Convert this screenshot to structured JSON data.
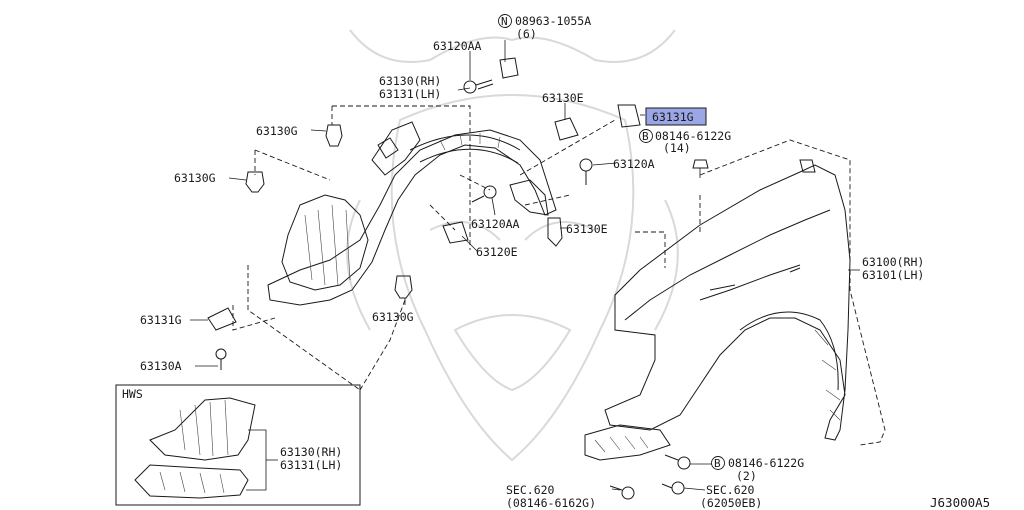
{
  "diagram": {
    "highlight_color": "#9aa6e6",
    "callouts": {
      "c1": "08963-1055A",
      "c1_qty": "(6)",
      "c2": "63120AA",
      "c3": "63130(RH)",
      "c4": "63131(LH)",
      "c5": "63130E",
      "c6": "63131G",
      "c7": "08146-6122G",
      "c7_qty": "(14)",
      "c8": "63130G",
      "c9": "63130G",
      "c10": "63120A",
      "c11": "63120AA",
      "c12": "63130E",
      "c13": "63120E",
      "c14": "63100(RH)",
      "c15": "63101(LH)",
      "c16": "63131G",
      "c17": "63130G",
      "c18": "63130A",
      "c19": "HWS",
      "c20": "63130(RH)",
      "c21": "63131(LH)",
      "c22": "08146-6122G",
      "c22_qty": "(2)",
      "c23": "SEC.620",
      "c24": "(08146-6162G)",
      "c25": "SEC.620",
      "c26": "(62050EB)",
      "diagram_code": "J63000A5"
    },
    "symbols": {
      "n_mark": "N",
      "b_mark": "B"
    }
  }
}
